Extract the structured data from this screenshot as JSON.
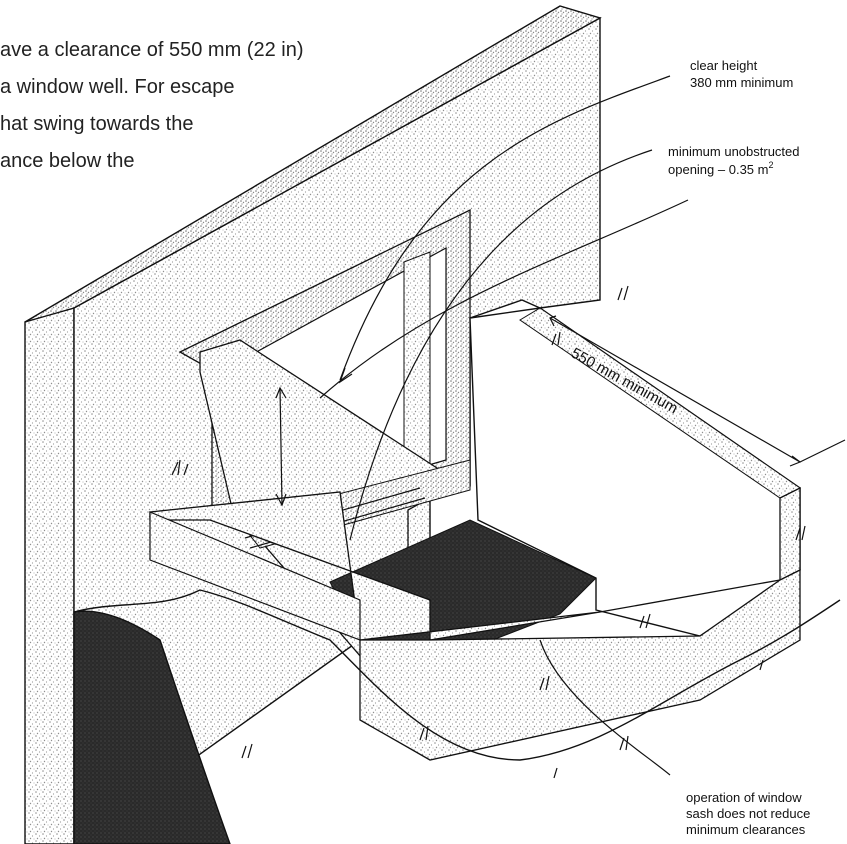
{
  "intro_text": {
    "line1": "ave a clearance of 550 mm (22 in)",
    "line2": "a window well.  For escape",
    "line3": "hat swing towards the",
    "line4": "ance below the"
  },
  "labels": {
    "clear_height_1": "clear height",
    "clear_height_2": "380 mm minimum",
    "unobstructed_1": "minimum unobstructed",
    "unobstructed_2": "opening – 0.35 m",
    "unobstructed_sup": "2",
    "width_dim": "550 mm minimum",
    "sash_1": "operation of window",
    "sash_2": "sash does not reduce",
    "sash_3": "minimum clearances"
  },
  "colors": {
    "ink": "#111111",
    "stipple": "#bdbdbd",
    "dark_fill": "#2b2b2b",
    "paper": "#ffffff"
  }
}
